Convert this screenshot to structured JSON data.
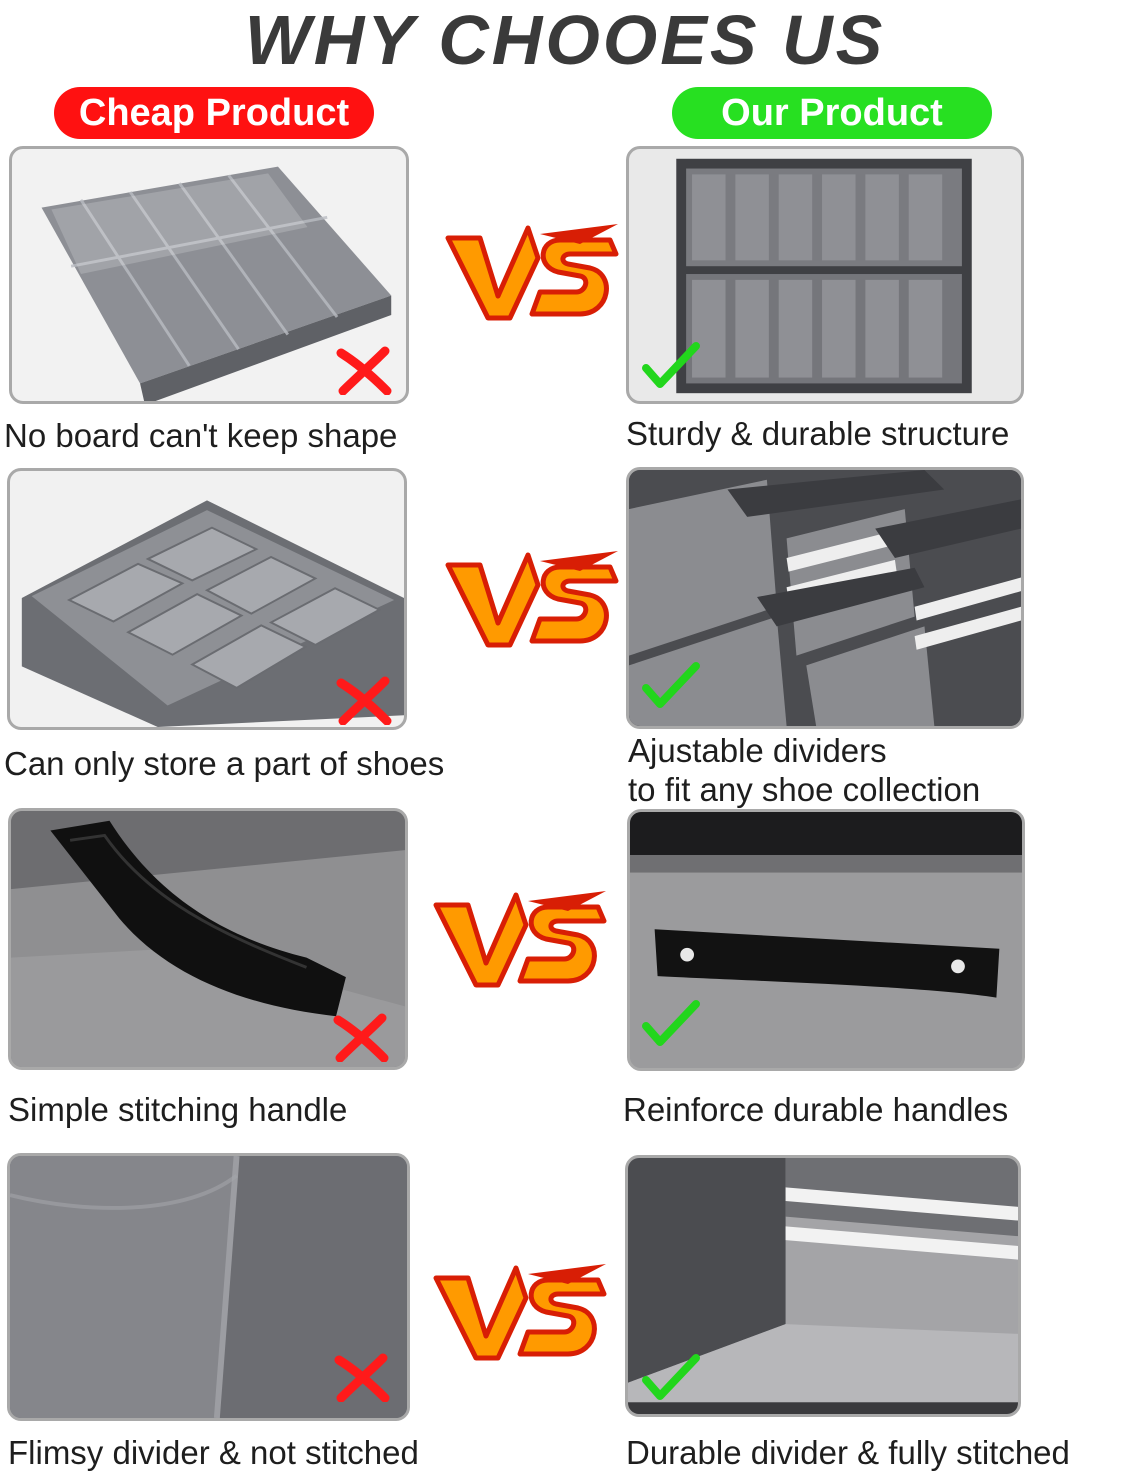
{
  "title": "WHY CHOOES US",
  "labels": {
    "cheap": "Cheap Product",
    "ours": "Our Product"
  },
  "colors": {
    "cheap": "#ff1111",
    "ours": "#27e021",
    "vs_fill": "#ff9a00",
    "vs_edge": "#d81e05"
  },
  "icons": {
    "vs": "vs-emblem-icon",
    "cross": "red-cross-icon",
    "check": "green-check-icon"
  },
  "rows": [
    {
      "cheap_caption": "No board can't keep shape",
      "ours_caption": "Sturdy & durable structure"
    },
    {
      "cheap_caption": "Can only store a part of shoes",
      "ours_caption_line1": "Ajustable dividers",
      "ours_caption_line2": "to fit any shoe collection"
    },
    {
      "cheap_caption": "Simple stitching handle",
      "ours_caption": "Reinforce durable handles"
    },
    {
      "cheap_caption": "Flimsy divider & not stitched",
      "ours_caption": "Durable divider & fully stitched"
    }
  ]
}
